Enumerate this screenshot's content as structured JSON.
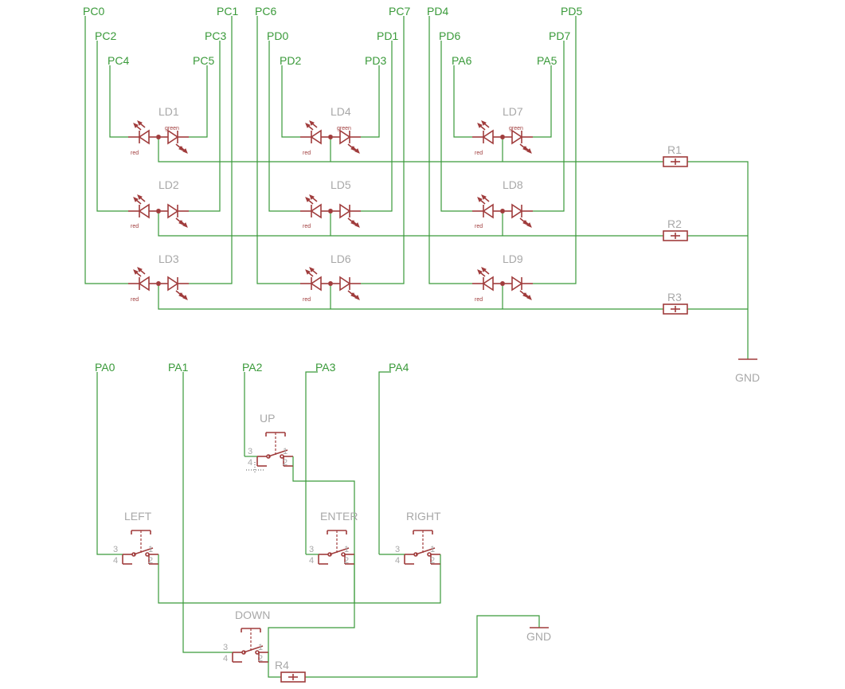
{
  "net_labels": {
    "pc0": "PC0",
    "pc1": "PC1",
    "pc2": "PC2",
    "pc3": "PC3",
    "pc4": "PC4",
    "pc5": "PC5",
    "pc6": "PC6",
    "pc7": "PC7",
    "pd0": "PD0",
    "pd1": "PD1",
    "pd2": "PD2",
    "pd3": "PD3",
    "pd4": "PD4",
    "pd5": "PD5",
    "pd6": "PD6",
    "pd7": "PD7",
    "pa0": "PA0",
    "pa1": "PA1",
    "pa2": "PA2",
    "pa3": "PA3",
    "pa4": "PA4",
    "pa5": "PA5",
    "pa6": "PA6"
  },
  "leds": {
    "ld1": "LD1",
    "ld2": "LD2",
    "ld3": "LD3",
    "ld4": "LD4",
    "ld5": "LD5",
    "ld6": "LD6",
    "ld7": "LD7",
    "ld8": "LD8",
    "ld9": "LD9",
    "red_label": "red",
    "green_label": "green"
  },
  "resistors": {
    "r1": "R1",
    "r2": "R2",
    "r3": "R3",
    "r4": "R4",
    "plus": "+"
  },
  "ground": {
    "label": "GND"
  },
  "buttons": {
    "up": "UP",
    "left": "LEFT",
    "enter": "ENTER",
    "right": "RIGHT",
    "down": "DOWN",
    "pin1": "1",
    "pin2": "2",
    "pin3": "3",
    "pin4": "4"
  }
}
